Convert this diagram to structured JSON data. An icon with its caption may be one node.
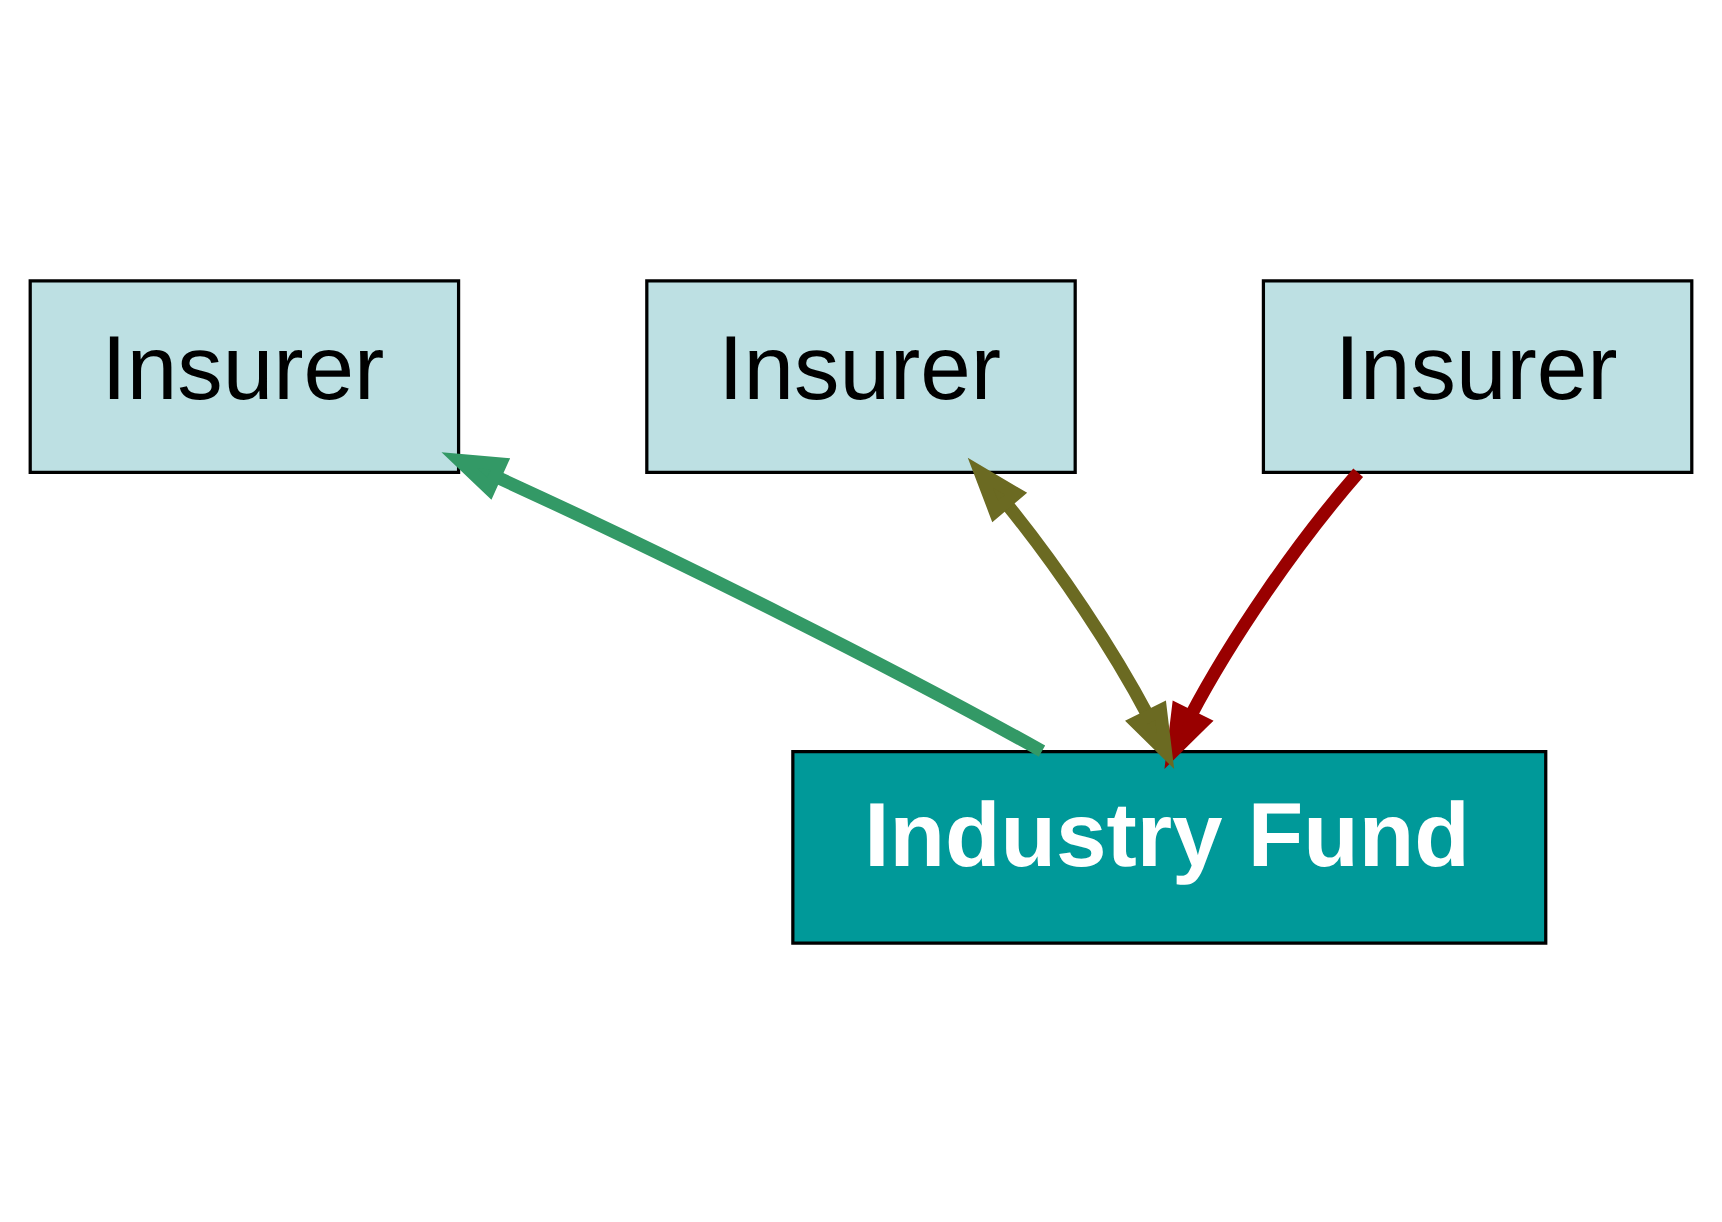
{
  "diagram": {
    "nodes": [
      {
        "text": [
          "Insurer"
        ]
      },
      {
        "text": [
          "Insurer"
        ]
      },
      {
        "text": [
          "Insurer"
        ]
      },
      {
        "text": [
          "Industry Fund"
        ]
      }
    ],
    "edges": [
      {
        "from": 3,
        "to": 0,
        "arrow": "to",
        "color": "#339966"
      },
      {
        "from": 3,
        "to": 1,
        "arrow": "both",
        "color": "#6b6a22"
      },
      {
        "from": 2,
        "to": 3,
        "arrow": "to",
        "color": "#990000"
      }
    ]
  }
}
